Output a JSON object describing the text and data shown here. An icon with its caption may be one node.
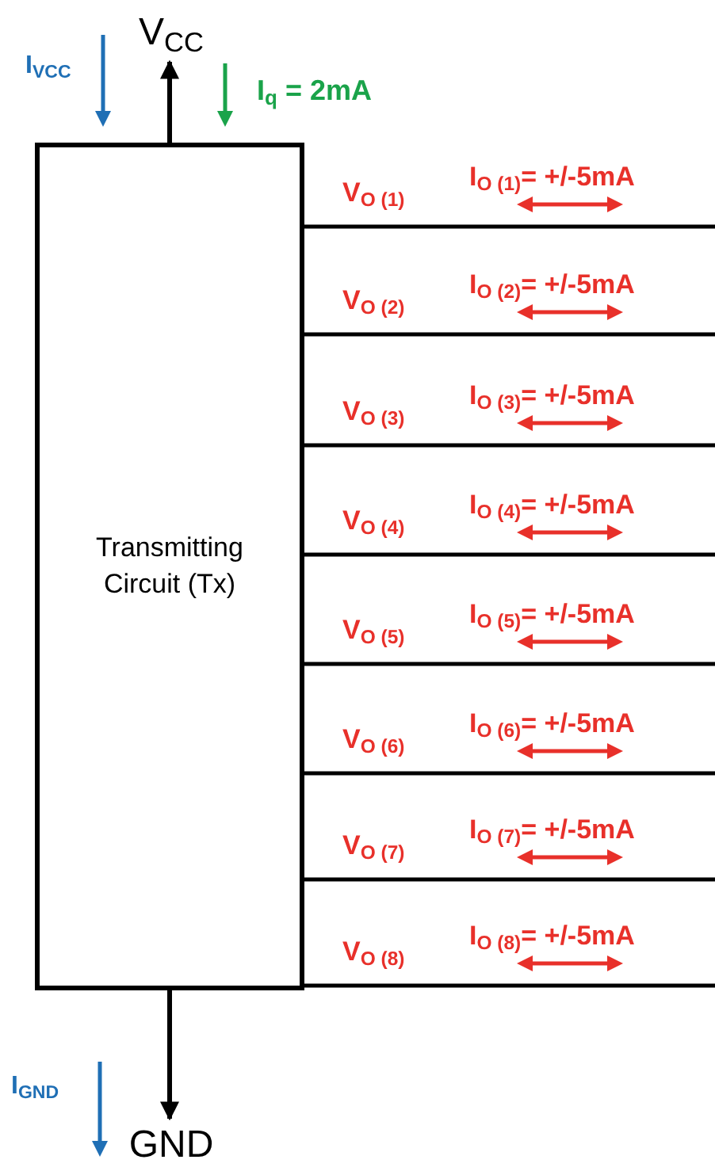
{
  "diagram": {
    "nodes": [
      {
        "text": [
          "Transmitting Circuit (Tx)"
        ]
      },
      {
        "text": [
          "V$_{CC}$"
        ]
      },
      {
        "text": [
          "GND"
        ]
      }
    ],
    "edges": [
      {
        "from": 0,
        "to": 1,
        "arrow": "to"
      },
      {
        "from": 0,
        "to": 2,
        "arrow": "to"
      },
      {
        "from": 0,
        "to": null,
        "arrow": "none",
        "label": "V$_{O (1)}$"
      },
      {
        "from": 0,
        "to": null,
        "arrow": "none",
        "label": "V$_{O (2)}$"
      },
      {
        "from": 0,
        "to": null,
        "arrow": "none",
        "label": "V$_{O (3)}$"
      },
      {
        "from": 0,
        "to": null,
        "arrow": "none",
        "label": "V$_{O (4)}$"
      },
      {
        "from": 0,
        "to": null,
        "arrow": "none",
        "label": "V$_{O (5)}$"
      },
      {
        "from": 0,
        "to": null,
        "arrow": "none",
        "label": "V$_{O (6)}$"
      },
      {
        "from": 0,
        "to": null,
        "arrow": "none",
        "label": "V$_{O (7)}$"
      },
      {
        "from": 0,
        "to": null,
        "arrow": "none",
        "label": "V$_{O (8)}$"
      }
    ],
    "labels": [
      "I$_{VCC}$",
      "I$_{q}$ = 2mA",
      "I$_{O (1)}$= +/-5mA",
      "I$_{O (2)}$= +/-5mA",
      "I$_{O (3)}$= +/-5mA",
      "I$_{O (4)}$= +/-5mA",
      "I$_{O (5)}$= +/-5mA",
      "I$_{O (6)}$= +/-5mA",
      "I$_{O (7)}$= +/-5mA",
      "I$_{O (8)}$= +/-5mA",
      "I$_{GND}$"
    ]
  }
}
